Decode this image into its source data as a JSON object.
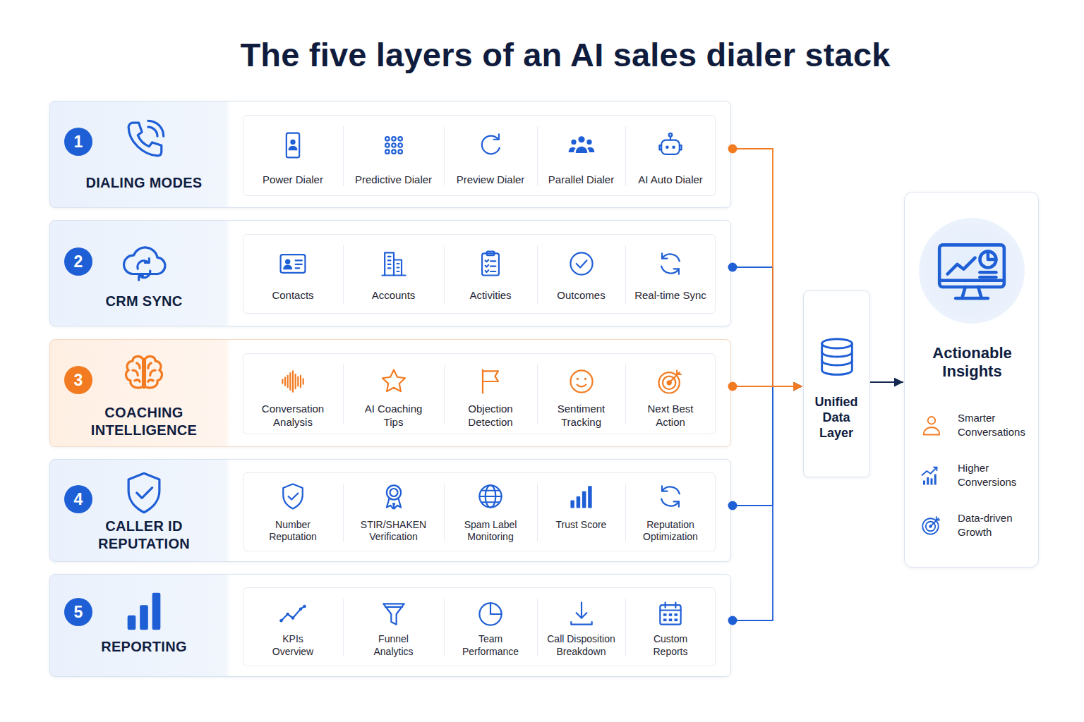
{
  "diagram": {
    "title": "The five layers of an AI sales dialer stack",
    "nodes": [
      {
        "text": [
          "1",
          "DIALING MODES"
        ]
      },
      {
        "text": [
          "Power Dialer"
        ],
        "in": 0
      },
      {
        "text": [
          "Predictive Dialer"
        ],
        "in": 0
      },
      {
        "text": [
          "Preview Dialer"
        ],
        "in": 0
      },
      {
        "text": [
          "Parallel Dialer"
        ],
        "in": 0
      },
      {
        "text": [
          "AI Auto Dialer"
        ],
        "in": 0
      },
      {
        "text": [
          "2",
          "CRM SYNC"
        ]
      },
      {
        "text": [
          "Contacts"
        ],
        "in": 6
      },
      {
        "text": [
          "Accounts"
        ],
        "in": 6
      },
      {
        "text": [
          "Activities"
        ],
        "in": 6
      },
      {
        "text": [
          "Outcomes"
        ],
        "in": 6
      },
      {
        "text": [
          "Real-time Sync"
        ],
        "in": 6
      },
      {
        "text": [
          "3",
          "COACHING INTELLIGENCE"
        ]
      },
      {
        "text": [
          "Conversation Analysis"
        ],
        "in": 12
      },
      {
        "text": [
          "AI Coaching Tips"
        ],
        "in": 12
      },
      {
        "text": [
          "Objection Detection"
        ],
        "in": 12
      },
      {
        "text": [
          "Sentiment Tracking"
        ],
        "in": 12
      },
      {
        "text": [
          "Next Best Action"
        ],
        "in": 12
      },
      {
        "text": [
          "4",
          "CALLER ID REPUTATION"
        ]
      },
      {
        "text": [
          "Number Reputation"
        ],
        "in": 18
      },
      {
        "text": [
          "STIR/SHAKEN Verification"
        ],
        "in": 18
      },
      {
        "text": [
          "Spam Label Monitoring"
        ],
        "in": 18
      },
      {
        "text": [
          "Trust Score"
        ],
        "in": 18
      },
      {
        "text": [
          "Reputation Optimization"
        ],
        "in": 18
      },
      {
        "text": [
          "5",
          "REPORTING"
        ]
      },
      {
        "text": [
          "KPIs Overview"
        ],
        "in": 24
      },
      {
        "text": [
          "Funnel Analytics"
        ],
        "in": 24
      },
      {
        "text": [
          "Team Performance"
        ],
        "in": 24
      },
      {
        "text": [
          "Call Disposition Breakdown"
        ],
        "in": 24
      },
      {
        "text": [
          "Custom Reports"
        ],
        "in": 24
      },
      {
        "text": [
          "Unified Data Layer"
        ]
      },
      {
        "text": [
          "Actionable Insights"
        ]
      },
      {
        "text": [
          "Smarter Conversations"
        ],
        "in": 31
      },
      {
        "text": [
          "Higher Conversions"
        ],
        "in": 31
      },
      {
        "text": [
          "Data-driven Growth"
        ],
        "in": 31
      }
    ],
    "edges": [
      {
        "from": 0,
        "to": 30,
        "arrow": "to"
      },
      {
        "from": 6,
        "to": 30,
        "arrow": "to"
      },
      {
        "from": 12,
        "to": 30,
        "arrow": "to"
      },
      {
        "from": 18,
        "to": 30,
        "arrow": "to"
      },
      {
        "from": 24,
        "to": 30,
        "arrow": "to"
      },
      {
        "from": 30,
        "to": 31,
        "arrow": "to"
      }
    ]
  }
}
